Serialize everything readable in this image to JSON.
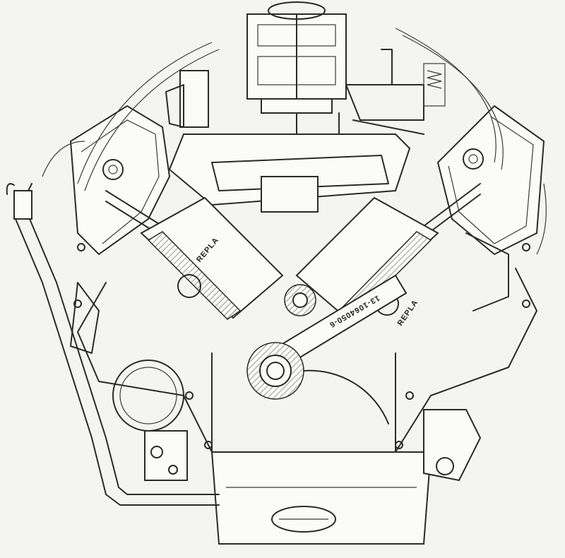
{
  "diagram": {
    "subject": "V8 engine front cross-section line drawing",
    "labels": {
      "rod_number": "13-1064050-6",
      "left_bank_mark": "REPLA",
      "right_bank_mark": "REPLA"
    },
    "colors": {
      "background": "#f4f4f2",
      "line": "#2a2a2a"
    }
  }
}
